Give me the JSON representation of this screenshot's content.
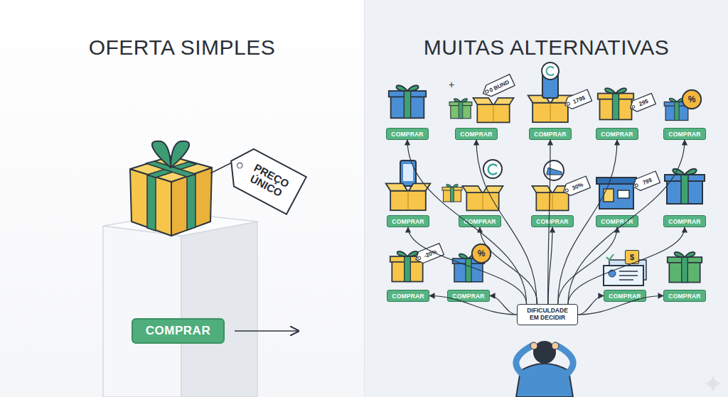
{
  "diagram": {
    "nodes": [
      {
        "text": [
          "OFERTA SIMPLES"
        ]
      },
      {
        "text": [
          "PREÇO ÚNICO"
        ],
        "in": 0
      },
      {
        "text": [
          "COMPRAR"
        ],
        "in": 0
      },
      {
        "text": [
          "MUITAS ALTERNATIVAS"
        ]
      },
      {
        "text": [
          "0 BUND"
        ],
        "in": 3
      },
      {
        "text": [
          "179$"
        ],
        "in": 3
      },
      {
        "text": [
          "29$"
        ],
        "in": 3
      },
      {
        "text": [
          "%"
        ],
        "in": 3
      },
      {
        "text": [
          "COMPRAR"
        ],
        "in": 3
      },
      {
        "text": [
          "COMPRAR"
        ],
        "in": 3
      },
      {
        "text": [
          "COMPRAR"
        ],
        "in": 3
      },
      {
        "text": [
          "COMPRAR"
        ],
        "in": 3
      },
      {
        "text": [
          "COMPRAR"
        ],
        "in": 3
      },
      {
        "text": [
          "30%"
        ],
        "in": 3
      },
      {
        "text": [
          "79$"
        ],
        "in": 3
      },
      {
        "text": [
          "COMPRAR"
        ],
        "in": 3
      },
      {
        "text": [
          "COMPRAR"
        ],
        "in": 3
      },
      {
        "text": [
          "COMPRAR"
        ],
        "in": 3
      },
      {
        "text": [
          "COMPRAR"
        ],
        "in": 3
      },
      {
        "text": [
          "COMPRAR"
        ],
        "in": 3
      },
      {
        "text": [
          "-20%"
        ],
        "in": 3
      },
      {
        "text": [
          "%"
        ],
        "in": 3
      },
      {
        "text": [
          "$"
        ],
        "in": 3
      },
      {
        "text": [
          "COMPRAR"
        ],
        "in": 3
      },
      {
        "text": [
          "COMPRAR"
        ],
        "in": 3
      },
      {
        "text": [
          "COMPRAR"
        ],
        "in": 3
      },
      {
        "text": [
          "COMPRAR"
        ],
        "in": 3
      },
      {
        "text": [
          "DIFICULDADE EM DECIDIR"
        ],
        "in": 3
      }
    ],
    "edges": [
      {
        "from": 27,
        "to": 8,
        "arrow": "to"
      },
      {
        "from": 27,
        "to": 9,
        "arrow": "to"
      },
      {
        "from": 27,
        "to": 10,
        "arrow": "to"
      },
      {
        "from": 27,
        "to": 11,
        "arrow": "to"
      },
      {
        "from": 27,
        "to": 12,
        "arrow": "to"
      },
      {
        "from": 27,
        "to": 15,
        "arrow": "to"
      },
      {
        "from": 27,
        "to": 16,
        "arrow": "to"
      },
      {
        "from": 27,
        "to": 17,
        "arrow": "to"
      },
      {
        "from": 27,
        "to": 18,
        "arrow": "to"
      },
      {
        "from": 27,
        "to": 19,
        "arrow": "to"
      },
      {
        "from": 27,
        "to": 23,
        "arrow": "to"
      },
      {
        "from": 27,
        "to": 24,
        "arrow": "to"
      },
      {
        "from": 27,
        "to": 25,
        "arrow": "to"
      },
      {
        "from": 27,
        "to": 26,
        "arrow": "to"
      }
    ],
    "labels": [
      "+"
    ]
  }
}
